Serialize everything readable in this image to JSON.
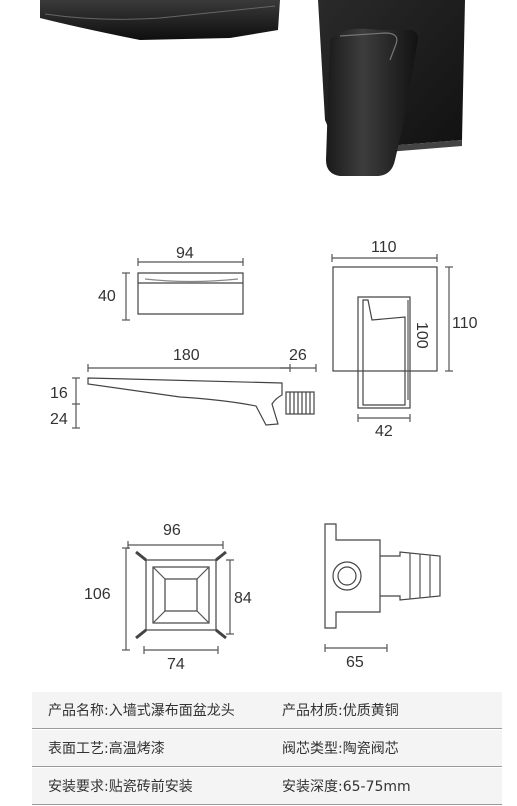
{
  "dimensions": {
    "spout_top_width": "94",
    "spout_top_height": "40",
    "panel_width": "110",
    "panel_height": "110",
    "handle_height": "100",
    "handle_width": "42",
    "spout_length": "180",
    "spout_connector": "26",
    "spout_thickness": "16",
    "spout_drop": "24",
    "valve_box_width": "96",
    "valve_box_height": "106",
    "valve_inner_height": "84",
    "valve_inner_width": "74",
    "valve_depth": "65"
  },
  "specs": [
    {
      "left": "产品名称:入墙式瀑布面盆龙头",
      "right": "产品材质:优质黄铜"
    },
    {
      "left": "表面工艺:高温烤漆",
      "right": "阀芯类型:陶瓷阀芯"
    },
    {
      "left": "安装要求:贴瓷砖前安装",
      "right": "安装深度:65-75mm"
    }
  ],
  "colors": {
    "product": "#1b1b1b",
    "line": "#555555",
    "row_bg": "#f4f4f4"
  }
}
